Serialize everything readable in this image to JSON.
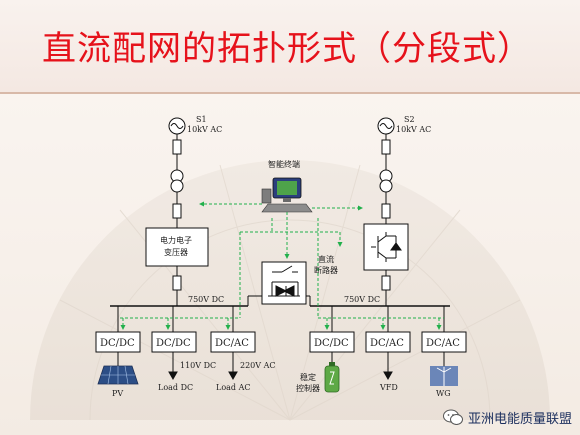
{
  "slide": {
    "title": "直流配网的拓扑形式（分段式）",
    "watermark": "亚洲电能质量联盟"
  },
  "diagram": {
    "sources": [
      {
        "name": "S1",
        "rating": "10kV AC"
      },
      {
        "name": "S2",
        "rating": "10kV AC"
      }
    ],
    "terminal_label": "智能终端",
    "pet_label_line1": "电力电子",
    "pet_label_line2": "变压器",
    "breaker_label_line1": "直流",
    "breaker_label_line2": "断路器",
    "bus_left": "750V DC",
    "bus_right": "750V DC",
    "converters": [
      "DC/DC",
      "DC/DC",
      "DC/AC",
      "DC/DC",
      "DC/AC",
      "DC/AC"
    ],
    "voltage_110": "110V DC",
    "voltage_220": "220V AC",
    "loads": [
      "PV",
      "Load DC",
      "Load AC",
      "稳定",
      "控制器",
      "VFD",
      "WG"
    ],
    "colors": {
      "bus": "#111111",
      "control_link": "#21b04b",
      "title": "#e6121b"
    }
  }
}
